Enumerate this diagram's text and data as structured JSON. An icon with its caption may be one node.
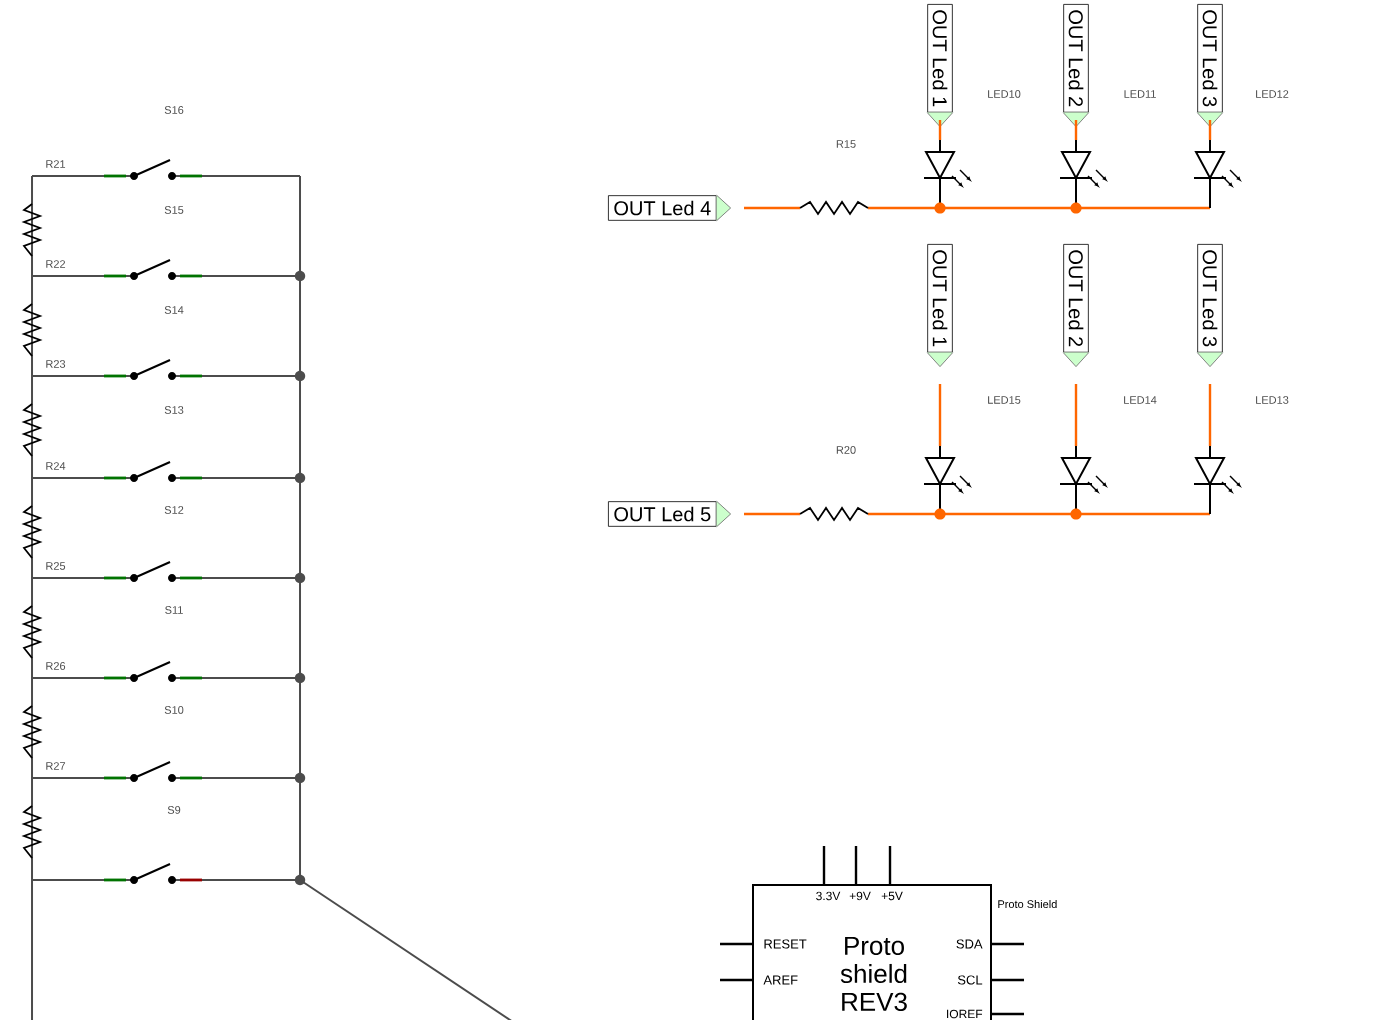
{
  "diagram": {
    "nodes": [
      {
        "text": [
          "OUT Led 1"
        ]
      },
      {
        "text": [
          "OUT Led 2"
        ]
      },
      {
        "text": [
          "OUT Led 3"
        ]
      },
      {
        "text": [
          "OUT Led 4"
        ]
      },
      {
        "text": [
          "OUT Led 1"
        ]
      },
      {
        "text": [
          "OUT Led 2"
        ]
      },
      {
        "text": [
          "OUT Led 3"
        ]
      },
      {
        "text": [
          "OUT Led 5"
        ]
      },
      {
        "text": [
          "Proto shield REV3",
          "3.3V",
          "+9V",
          "+5V",
          "RESET",
          "AREF",
          "SDA",
          "SCL",
          "IOREF"
        ],
        "beside": [
          "Proto Shield"
        ]
      }
    ],
    "labels": [
      "S16",
      "R21",
      "S15",
      "R22",
      "S14",
      "R23",
      "S13",
      "R24",
      "S12",
      "R25",
      "S11",
      "R26",
      "S10",
      "R27",
      "S9",
      "LED10",
      "LED11",
      "LED12",
      "R15",
      "LED15",
      "LED14",
      "LED13",
      "R20"
    ]
  }
}
